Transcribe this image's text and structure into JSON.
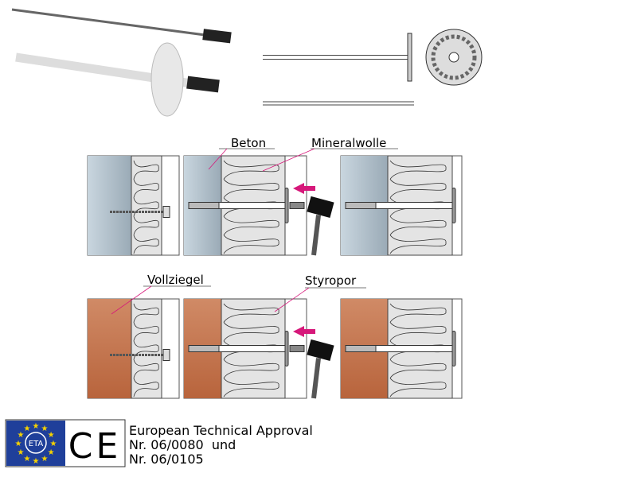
{
  "labels": {
    "beton": "Beton",
    "mineralwolle": "Mineralwolle",
    "vollziegel": "Vollziegel",
    "styropor": "Styropor"
  },
  "approval": {
    "line1": "European Technical Approval",
    "line2": "Nr. 06/0080  und",
    "line3": "Nr. 06/0105",
    "eta_logo_text": "ETA",
    "ce_mark": "CE"
  },
  "colors": {
    "concrete": "#a9b7c2",
    "brick": "#c0704a",
    "insulation": "#e4e4e4",
    "arrow": "#d6187a",
    "eta_blue": "#1f3f9a",
    "eta_stars": "#f5d200"
  }
}
